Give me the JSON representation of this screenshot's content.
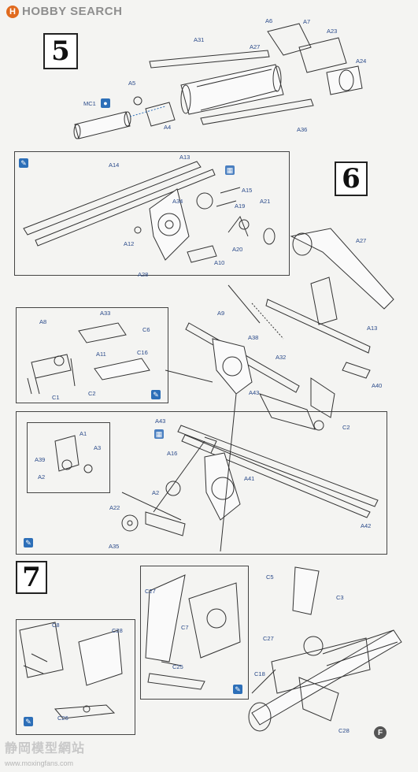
{
  "header": {
    "logo_mark": "H",
    "brand": "HOBBY SEARCH"
  },
  "steps": [
    "5",
    "6",
    "7"
  ],
  "page_letter": "F",
  "footer": {
    "brand": "静岡模型網站",
    "url": "www.moxingfans.com"
  },
  "labels": {
    "s5": [
      "A6",
      "A7",
      "A31",
      "A27",
      "A23",
      "A24",
      "A5",
      "MC1",
      "A4",
      "A36"
    ],
    "s6_top": [
      "A14",
      "A13",
      "A15",
      "A34",
      "A19",
      "A21",
      "A12",
      "A28",
      "A20",
      "A10"
    ],
    "s6_right": [
      "A27",
      "A9",
      "A38",
      "A32",
      "A13",
      "A40",
      "A43",
      "C2"
    ],
    "s6_mid": [
      "A8",
      "A33",
      "C6",
      "A11",
      "C16",
      "C2",
      "C1"
    ],
    "s6_low": [
      "A43",
      "A1",
      "A39",
      "A3",
      "A2",
      "A16",
      "A41",
      "A22",
      "A2",
      "A35",
      "A42"
    ],
    "s7_mid": [
      "C27",
      "C7",
      "C25"
    ],
    "s7_right": [
      "C5",
      "C3",
      "C27",
      "C18",
      "C28"
    ],
    "s7_left": [
      "C8",
      "C28",
      "C26"
    ]
  },
  "icons": [
    "glue-icon",
    "glue-icon",
    "glue-icon",
    "glue-icon",
    "glue-icon",
    "glue-icon",
    "cement-icon",
    "cement-icon"
  ]
}
